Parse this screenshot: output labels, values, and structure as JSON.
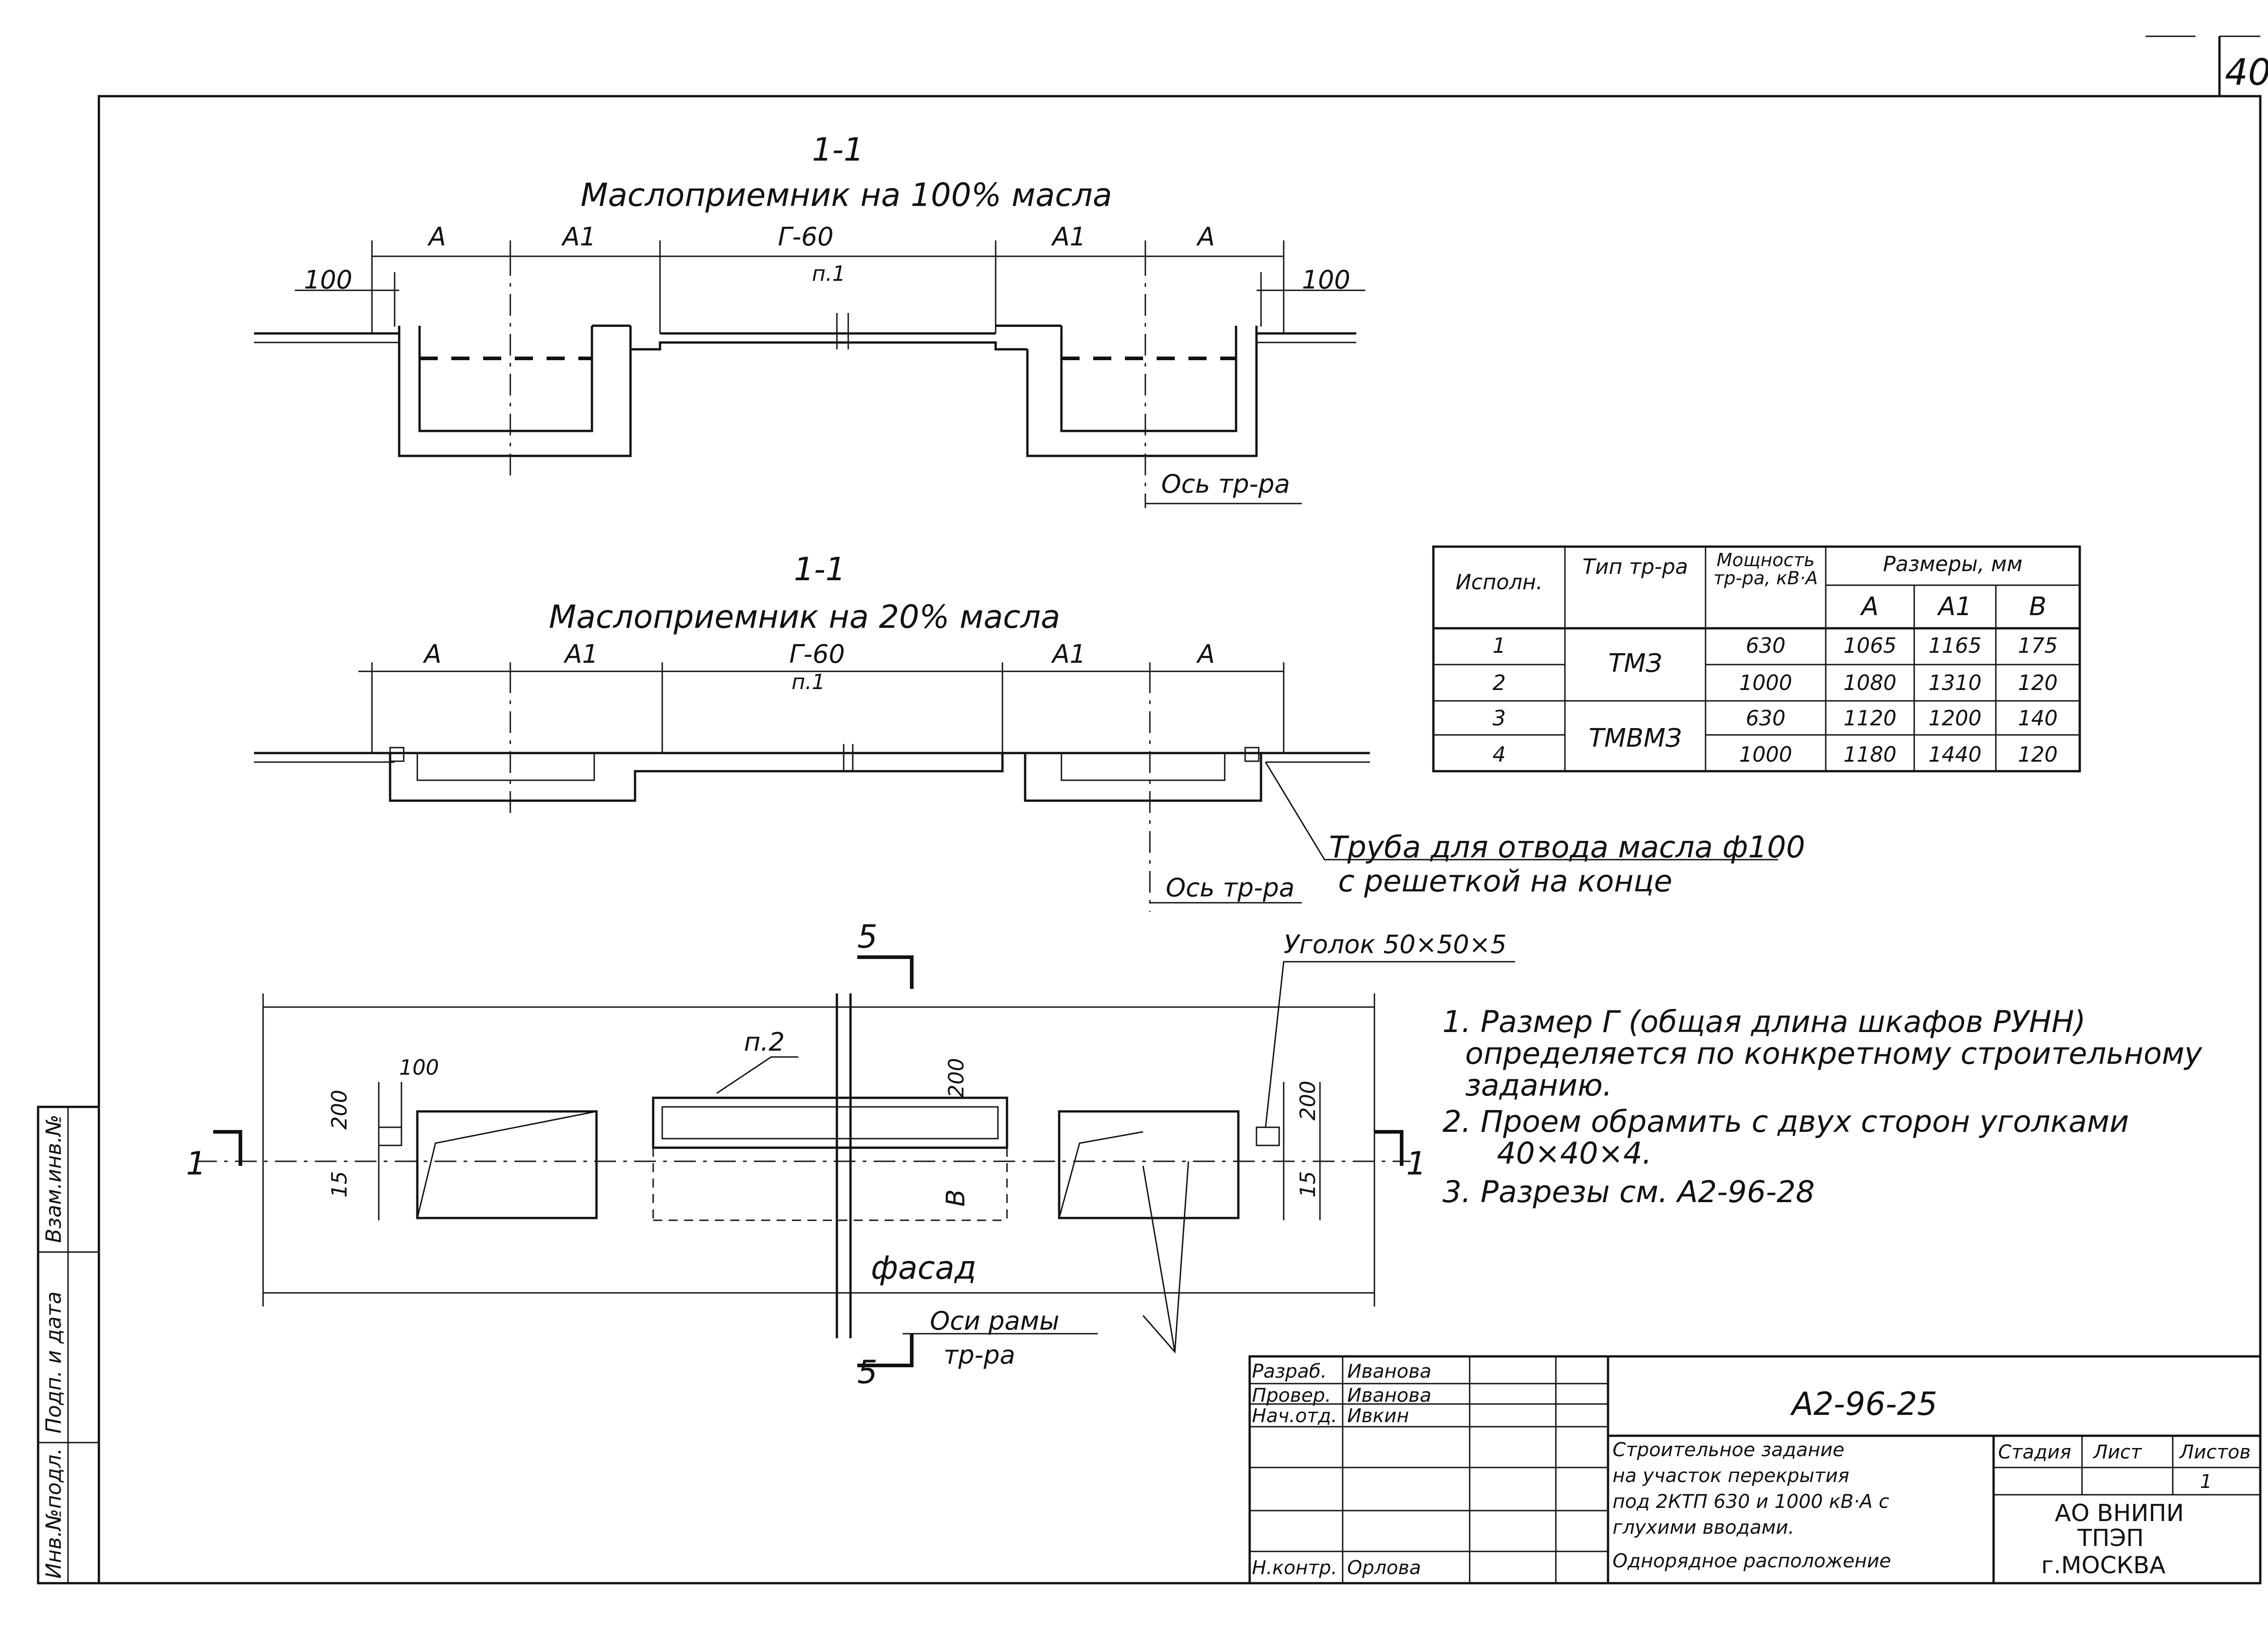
{
  "sheet_number": "40",
  "section_top": {
    "mark": "1-1",
    "title": "Маслоприемник на 100% масла",
    "dims": [
      "А",
      "А1",
      "Г-60",
      "А1",
      "А"
    ],
    "dim_100_left": "100",
    "dim_100_right": "100",
    "note_p1": "п.1",
    "axis_label": "Ось тр-ра"
  },
  "section_mid": {
    "mark": "1-1",
    "title": "Маслоприемник на 20% масла",
    "dims": [
      "А",
      "А1",
      "Г-60",
      "А1",
      "А"
    ],
    "note_p1": "п.1",
    "axis_label": "Ось тр-ра",
    "pipe_label_1": "Труба для отвода масла ф100",
    "pipe_label_2": "с решеткой на конце"
  },
  "plan": {
    "section_mark": "5",
    "cut_mark": "1",
    "angle_label": "Уголок 50×50×5",
    "p2": "п.2",
    "dim_100": "100",
    "dim_200_a": "200",
    "dim_200_b": "200",
    "dim_200_c": "200",
    "dim_15_a": "15",
    "dim_15_b": "15",
    "dim_b": "В",
    "facade": "фасад",
    "axes_1": "Оси рамы",
    "axes_2": "тр-ра"
  },
  "table": {
    "headers": [
      "Исполн.",
      "Тип тр-ра",
      "Мощность тр-ра, кВ·А",
      "Размеры, мм"
    ],
    "sub_headers": [
      "А",
      "А1",
      "В"
    ],
    "rows": [
      [
        "1",
        "ТМЗ",
        "630",
        "1065",
        "1165",
        "175"
      ],
      [
        "2",
        "",
        "1000",
        "1080",
        "1310",
        "120"
      ],
      [
        "3",
        "ТМВМЗ",
        "630",
        "1120",
        "1200",
        "140"
      ],
      [
        "4",
        "",
        "1000",
        "1180",
        "1440",
        "120"
      ]
    ]
  },
  "notes": [
    "1. Размер Г (общая длина шкафов РУНН)",
    "определяется по конкретному строительному",
    "заданию.",
    "2. Проем обрамить с двух сторон уголками",
    "40×40×4.",
    "3. Разрезы см. А2-96-28"
  ],
  "side_stamp": [
    "Инв.№подл.",
    "Подп. и дата",
    "Взам.инв.№"
  ],
  "title_block": {
    "doc_code": "А2-96-25",
    "roles": [
      "Разраб.",
      "Провер.",
      "Нач.отд.",
      "",
      "",
      "Н.контр."
    ],
    "names": [
      "Иванова",
      "Иванова",
      "Ивкин",
      "",
      "",
      "Орлова"
    ],
    "description": [
      "Строительное задание",
      "на участок перекрытия",
      "под 2КТП 630 и 1000 кВ·А с",
      "глухими вводами.",
      "Однорядное расположение"
    ],
    "stage_label": "Стадия",
    "sheet_label": "Лист",
    "sheets_label": "Листов",
    "sheet_value": "1",
    "org": [
      "АО ВНИПИ",
      "ТПЭП",
      "г.МОСКВА"
    ]
  }
}
